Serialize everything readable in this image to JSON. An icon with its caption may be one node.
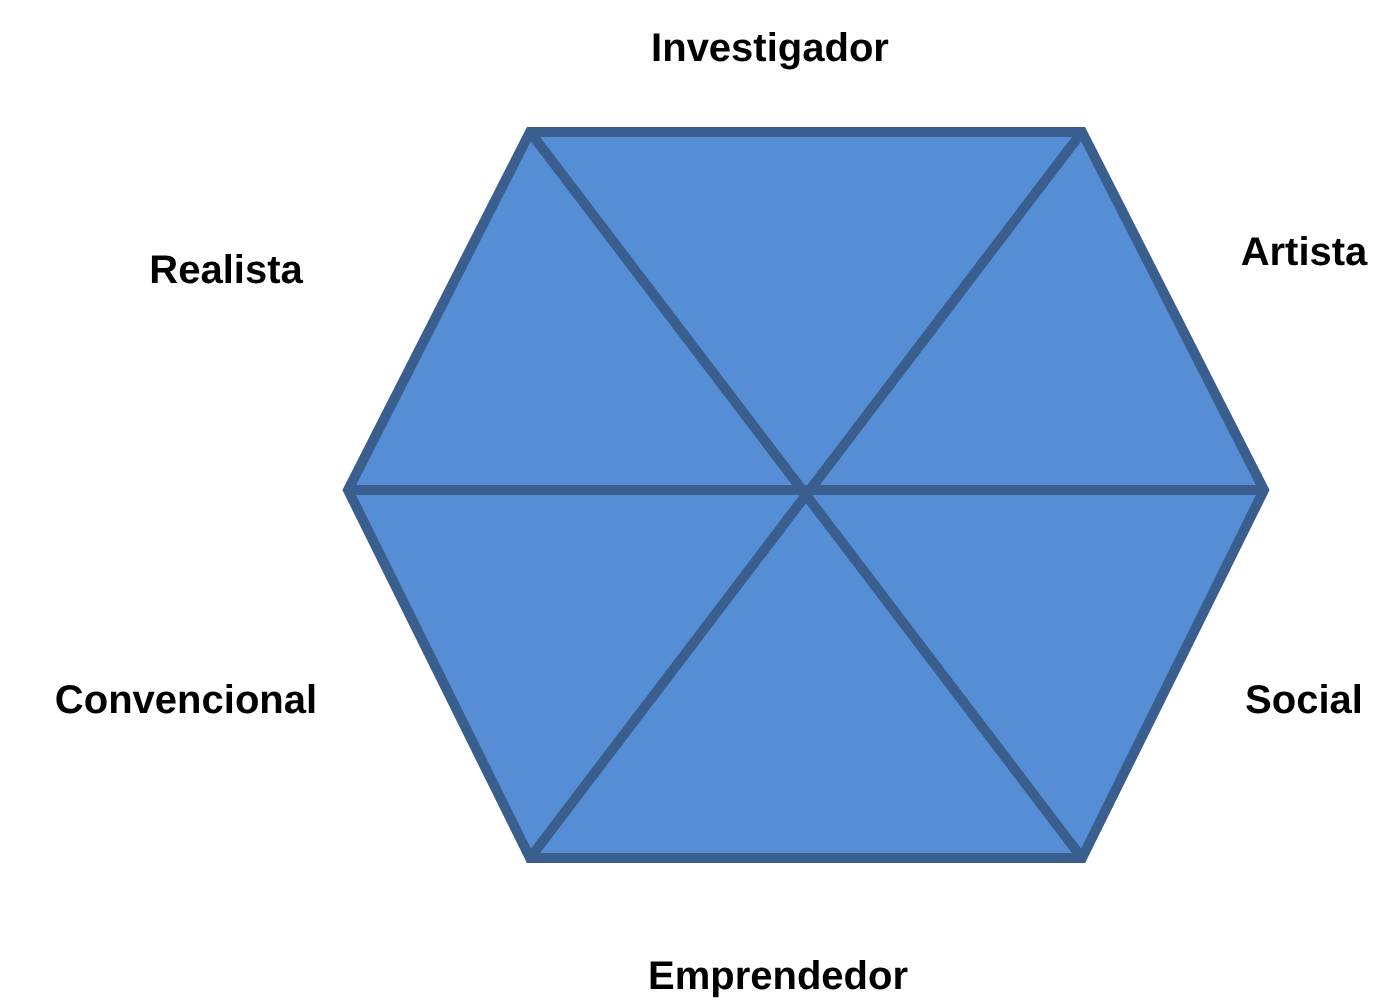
{
  "diagram": {
    "labels": [
      "Investigador",
      "Realista",
      "Artista",
      "Convencional",
      "Social",
      "Emprendedor"
    ]
  }
}
